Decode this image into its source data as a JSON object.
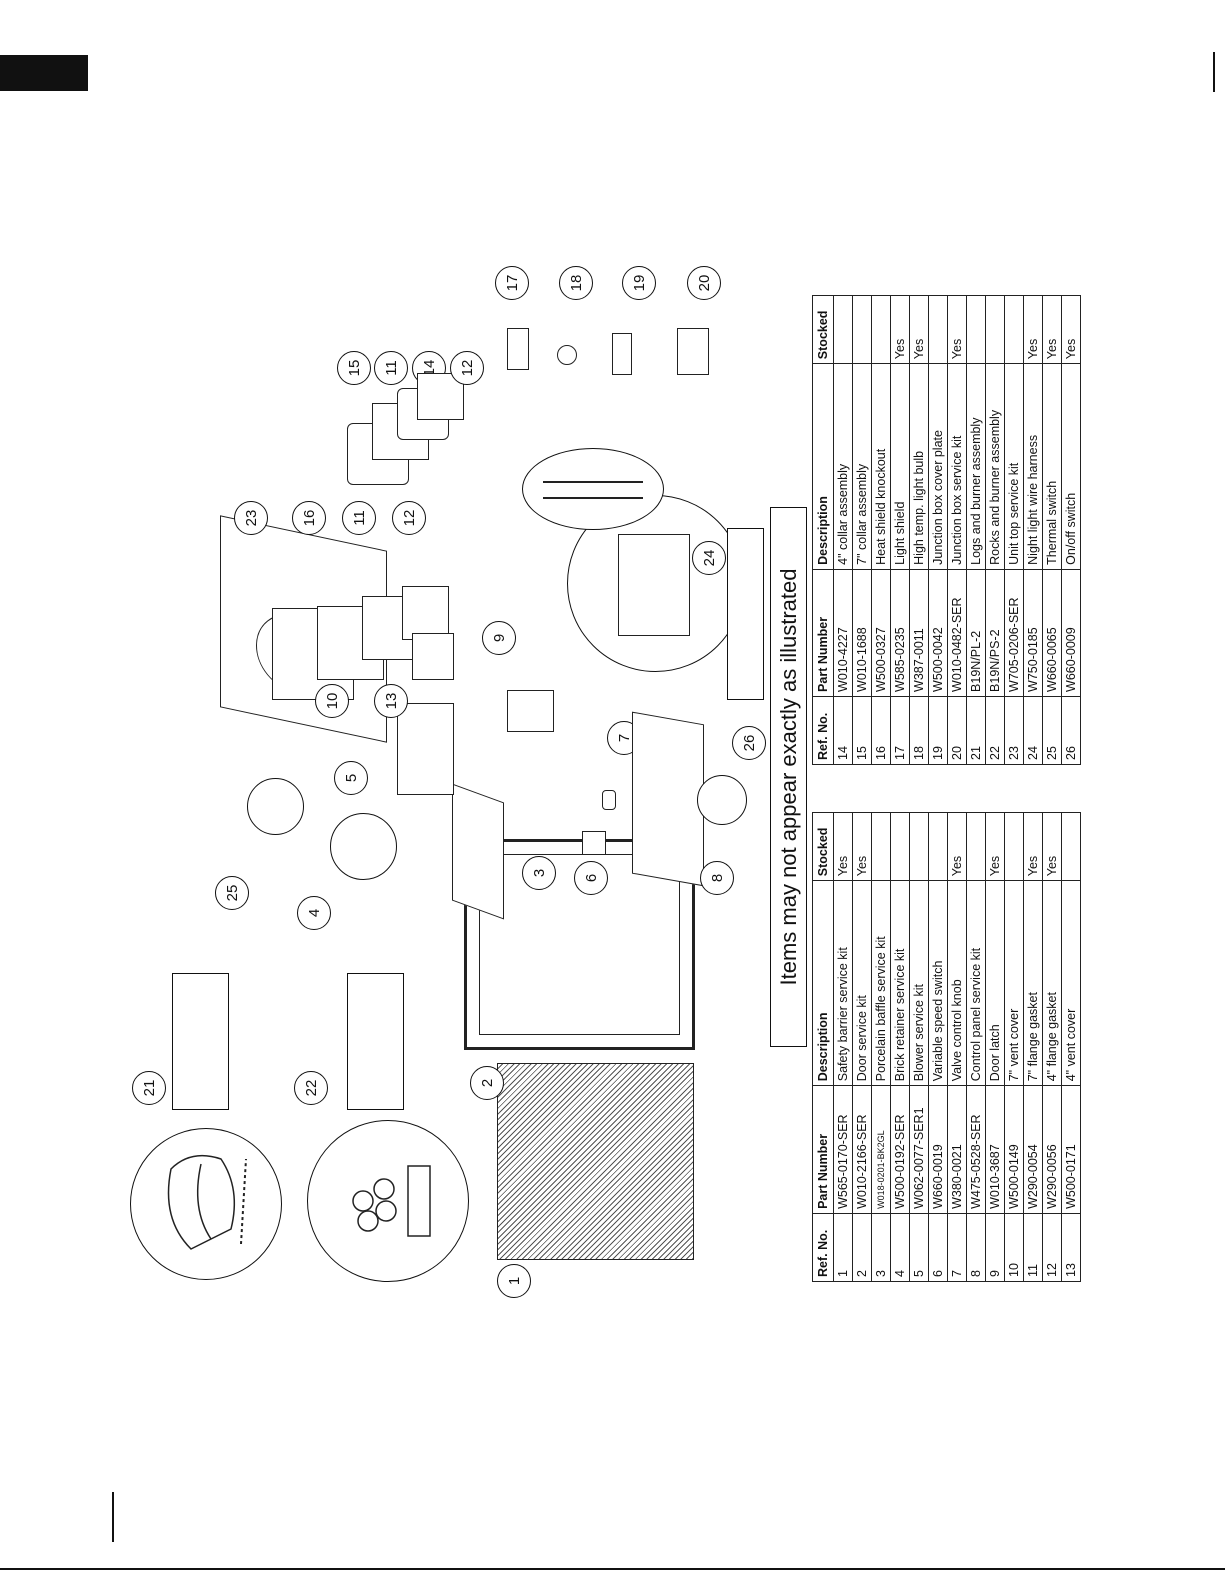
{
  "note": "Items may not appear exactly as illustrated",
  "table_headers": {
    "ref": "Ref. No.",
    "part": "Part Number",
    "desc": "Description",
    "stock": "Stocked"
  },
  "table_left": [
    {
      "ref": "1",
      "part": "W565-0170-SER",
      "desc": "Safety barrier service kit",
      "stock": "Yes"
    },
    {
      "ref": "2",
      "part": "W010-2166-SER",
      "desc": "Door service kit",
      "stock": "Yes"
    },
    {
      "ref": "3",
      "part": "W018-0201-BK2GL",
      "desc": "Porcelain baffle service kit",
      "stock": ""
    },
    {
      "ref": "4",
      "part": "W500-0192-SER",
      "desc": "Brick retainer service kit",
      "stock": ""
    },
    {
      "ref": "5",
      "part": "W062-0077-SER1",
      "desc": "Blower service kit",
      "stock": ""
    },
    {
      "ref": "6",
      "part": "W660-0019",
      "desc": "Variable speed switch",
      "stock": ""
    },
    {
      "ref": "7",
      "part": "W380-0021",
      "desc": "Valve control knob",
      "stock": "Yes"
    },
    {
      "ref": "8",
      "part": "W475-0528-SER",
      "desc": "Control panel service kit",
      "stock": ""
    },
    {
      "ref": "9",
      "part": "W010-3687",
      "desc": "Door latch",
      "stock": "Yes"
    },
    {
      "ref": "10",
      "part": "W500-0149",
      "desc": "7\" vent cover",
      "stock": ""
    },
    {
      "ref": "11",
      "part": "W290-0054",
      "desc": "7\" flange gasket",
      "stock": "Yes"
    },
    {
      "ref": "12",
      "part": "W290-0056",
      "desc": "4\" flange gasket",
      "stock": "Yes"
    },
    {
      "ref": "13",
      "part": "W500-0171",
      "desc": "4\" vent cover",
      "stock": ""
    }
  ],
  "table_right": [
    {
      "ref": "14",
      "part": "W010-4227",
      "desc": "4\" collar assembly",
      "stock": ""
    },
    {
      "ref": "15",
      "part": "W010-1688",
      "desc": "7\" collar assembly",
      "stock": ""
    },
    {
      "ref": "16",
      "part": "W500-0327",
      "desc": "Heat shield knockout",
      "stock": ""
    },
    {
      "ref": "17",
      "part": "W585-0235",
      "desc": "Light shield",
      "stock": "Yes"
    },
    {
      "ref": "18",
      "part": "W387-0011",
      "desc": "High temp. light bulb",
      "stock": "Yes"
    },
    {
      "ref": "19",
      "part": "W500-0042",
      "desc": "Junction box cover plate",
      "stock": ""
    },
    {
      "ref": "20",
      "part": "W010-0482-SER",
      "desc": "Junction box service kit",
      "stock": "Yes"
    },
    {
      "ref": "21",
      "part": "B19N/PL-2",
      "desc": "Logs and burner assembly",
      "stock": ""
    },
    {
      "ref": "22",
      "part": "B19N/PS-2",
      "desc": "Rocks and burner assembly",
      "stock": ""
    },
    {
      "ref": "23",
      "part": "W705-0206-SER",
      "desc": "Unit top service kit",
      "stock": ""
    },
    {
      "ref": "24",
      "part": "W750-0185",
      "desc": "Night light wire harness",
      "stock": "Yes"
    },
    {
      "ref": "25",
      "part": "W660-0065",
      "desc": "Thermal switch",
      "stock": "Yes"
    },
    {
      "ref": "26",
      "part": "W660-0009",
      "desc": "On/off switch",
      "stock": "Yes"
    }
  ],
  "callouts": [
    "1",
    "2",
    "3",
    "4",
    "5",
    "6",
    "7",
    "8",
    "9",
    "10",
    "11",
    "12",
    "13",
    "14",
    "15",
    "16",
    "17",
    "18",
    "19",
    "20",
    "21",
    "22",
    "23",
    "24",
    "25",
    "26",
    "11",
    "12"
  ]
}
